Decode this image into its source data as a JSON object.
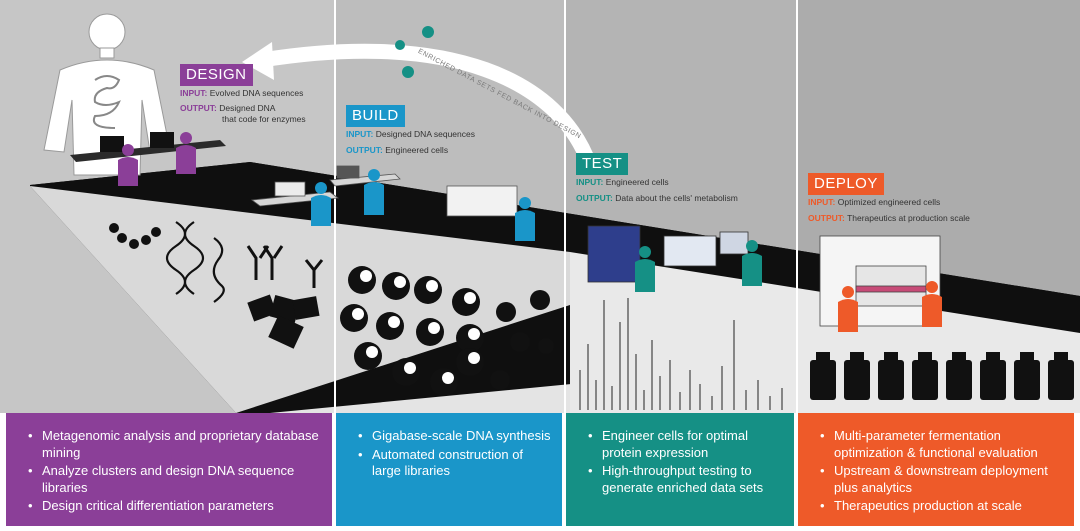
{
  "colors": {
    "design": "#8b3f98",
    "build": "#1a96c9",
    "test": "#159085",
    "deploy": "#ee5a29",
    "background_gray": "#bfbfbf",
    "floor": "#0f0f0f"
  },
  "arrow_label": "ENRICHED DATA SETS FED BACK INTO DESIGN",
  "stages": [
    {
      "key": "design",
      "title": "DESIGN",
      "input_label": "INPUT:",
      "input_text": "Evolved DNA sequences",
      "output_label": "OUTPUT:",
      "output_text_1": "Designed DNA",
      "output_text_2": "that code for enzymes",
      "bullets": [
        "Metagenomic analysis and proprietary database mining",
        "Analyze clusters and design DNA sequence libraries",
        "Design critical differentiation parameters"
      ]
    },
    {
      "key": "build",
      "title": "BUILD",
      "input_label": "INPUT:",
      "input_text": "Designed DNA sequences",
      "output_label": "OUTPUT:",
      "output_text_1": "Engineered cells",
      "bullets": [
        "Gigabase-scale DNA synthesis",
        "Automated construction of large libraries"
      ]
    },
    {
      "key": "test",
      "title": "TEST",
      "input_label": "INPUT:",
      "input_text": "Engineered cells",
      "output_label": "OUTPUT:",
      "output_text_1": "Data about the cells' metabolism",
      "bullets": [
        "Engineer cells for optimal protein expression",
        "High-throughput testing to generate enriched data sets"
      ]
    },
    {
      "key": "deploy",
      "title": "DEPLOY",
      "input_label": "INPUT:",
      "input_text": "Optimized engineered cells",
      "output_label": "OUTPUT:",
      "output_text_1": "Therapeutics at production scale",
      "bullets": [
        "Multi-parameter fermentation optimization & functional evaluation",
        "Upstream & downstream deployment plus analytics",
        "Therapeutics production at scale"
      ]
    }
  ]
}
